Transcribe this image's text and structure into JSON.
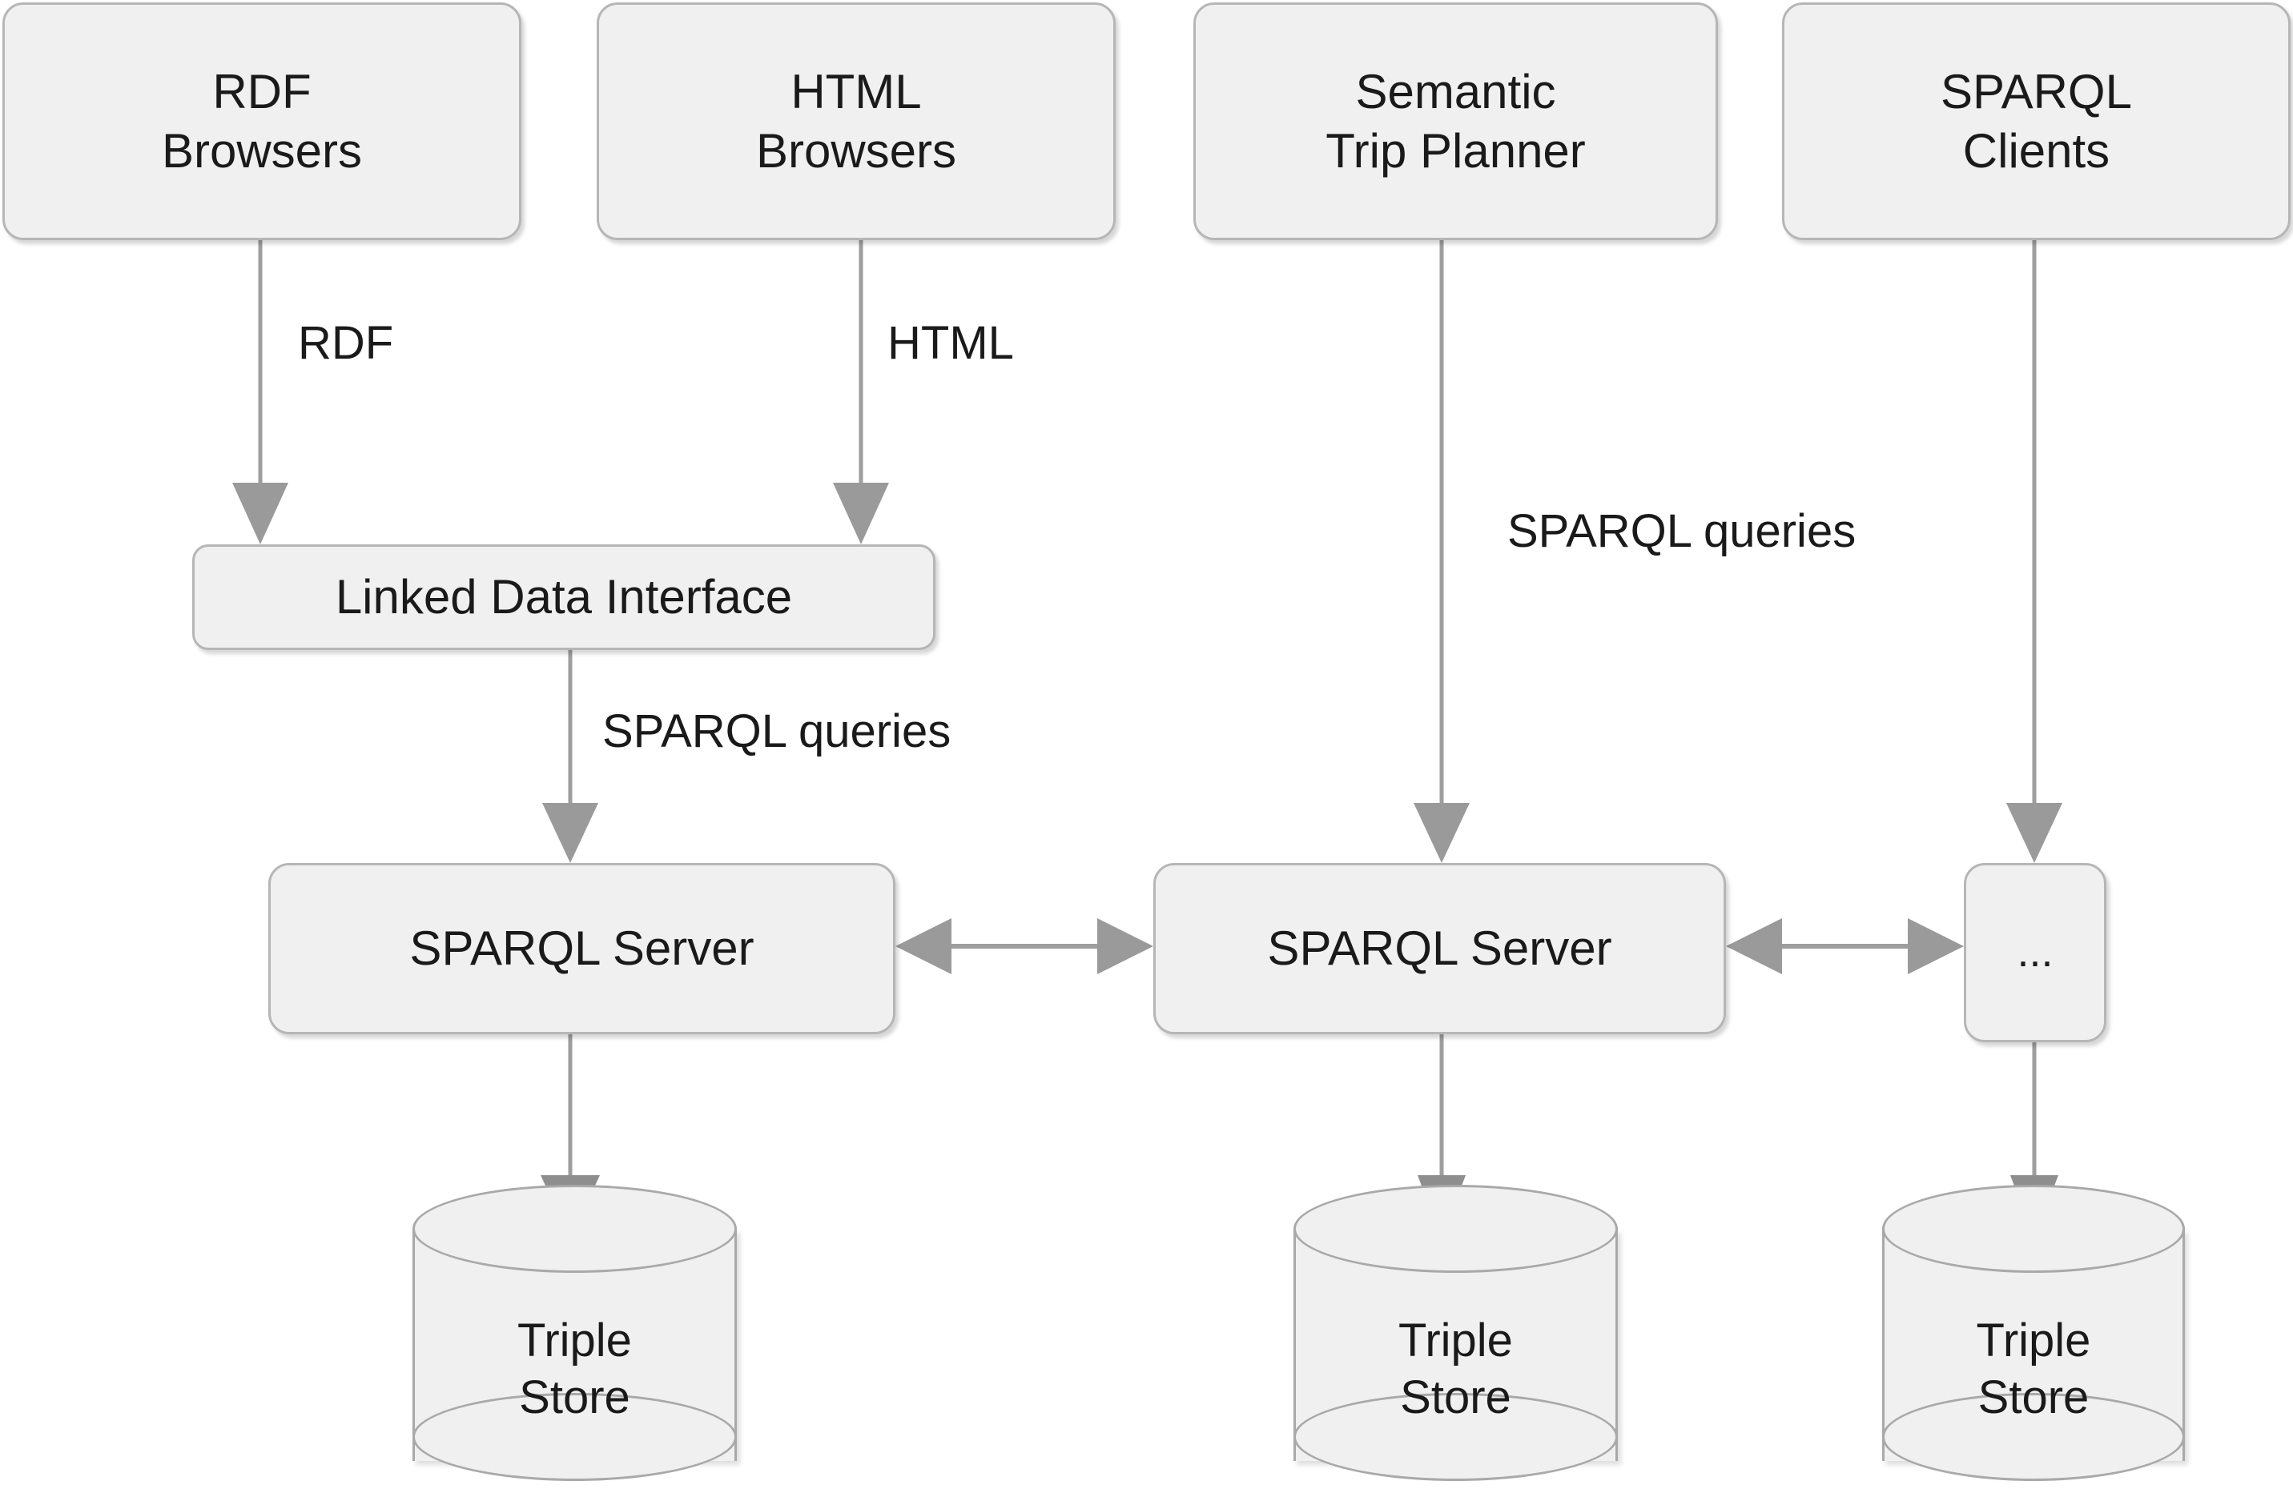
{
  "diagram": {
    "title": "Linked Data / SPARQL architecture",
    "colors": {
      "node_fill": "#f0f0f0",
      "node_border": "#b6b6b6",
      "edge_line": "#9e9e9e",
      "arrow_head": "#9a9a9a",
      "text": "#1a1a1a",
      "background": "#ffffff"
    },
    "clients": [
      {
        "id": "rdf-browsers",
        "label": "RDF\nBrowsers"
      },
      {
        "id": "html-browsers",
        "label": "HTML\nBrowsers"
      },
      {
        "id": "semantic-trip-planner",
        "label": "Semantic\nTrip Planner"
      },
      {
        "id": "sparql-clients",
        "label": "SPARQL\nClients"
      }
    ],
    "middleware": [
      {
        "id": "linked-data-interface",
        "label": "Linked Data Interface"
      }
    ],
    "servers": [
      {
        "id": "sparql-server-1",
        "label": "SPARQL Server"
      },
      {
        "id": "sparql-server-2",
        "label": "SPARQL Server"
      },
      {
        "id": "sparql-server-more",
        "label": "..."
      }
    ],
    "stores": [
      {
        "id": "triple-store-1",
        "label": "Triple\nStore"
      },
      {
        "id": "triple-store-2",
        "label": "Triple\nStore"
      },
      {
        "id": "triple-store-3",
        "label": "Triple\nStore"
      }
    ],
    "edge_labels": [
      {
        "id": "rdf",
        "label": "RDF"
      },
      {
        "id": "html",
        "label": "HTML"
      },
      {
        "id": "sparql-queries-left",
        "label": "SPARQL queries"
      },
      {
        "id": "sparql-queries-right",
        "label": "SPARQL queries"
      }
    ],
    "edges": [
      {
        "from": "rdf-browsers",
        "to": "linked-data-interface",
        "label": "RDF",
        "direction": "down"
      },
      {
        "from": "html-browsers",
        "to": "linked-data-interface",
        "label": "HTML",
        "direction": "down"
      },
      {
        "from": "linked-data-interface",
        "to": "sparql-server-1",
        "label": "SPARQL queries",
        "direction": "down"
      },
      {
        "from": "semantic-trip-planner",
        "to": "sparql-server-2",
        "label": "SPARQL queries",
        "direction": "down"
      },
      {
        "from": "sparql-clients",
        "to": "sparql-server-more",
        "label": "",
        "direction": "down"
      },
      {
        "from": "sparql-server-1",
        "to": "sparql-server-2",
        "label": "",
        "direction": "both"
      },
      {
        "from": "sparql-server-2",
        "to": "sparql-server-more",
        "label": "",
        "direction": "both"
      },
      {
        "from": "sparql-server-1",
        "to": "triple-store-1",
        "label": "",
        "direction": "down"
      },
      {
        "from": "sparql-server-2",
        "to": "triple-store-2",
        "label": "",
        "direction": "down"
      },
      {
        "from": "sparql-server-more",
        "to": "triple-store-3",
        "label": "",
        "direction": "down"
      }
    ]
  }
}
